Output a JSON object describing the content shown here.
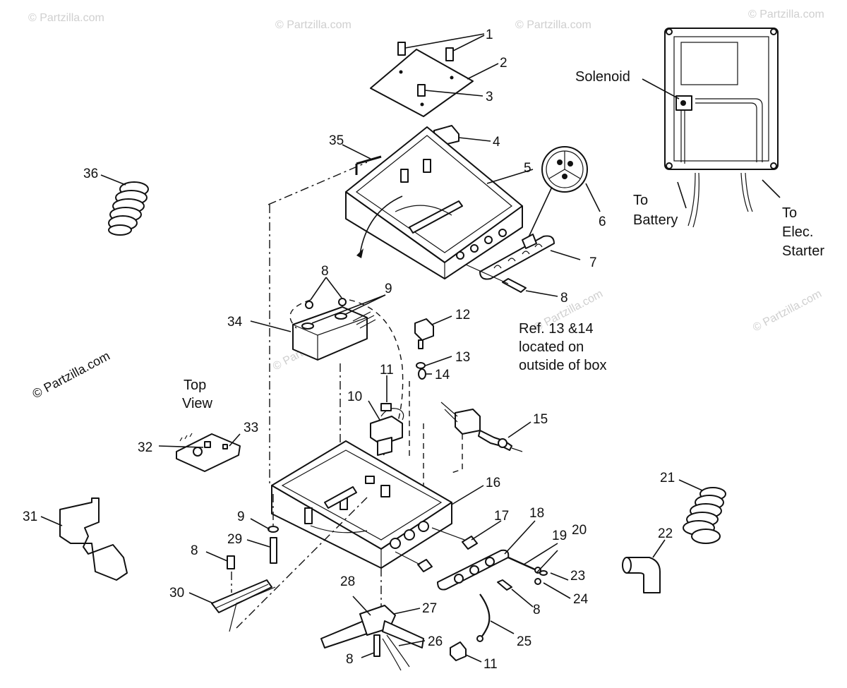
{
  "watermark": "© Partzilla.com",
  "labels": {
    "solenoid": "Solenoid",
    "to_battery": [
      "To",
      "Battery"
    ],
    "to_starter": [
      "To",
      "Elec.",
      "Starter"
    ],
    "top_view": [
      "Top",
      "View"
    ],
    "ref_note": [
      "Ref. 13 &14",
      "located on",
      "outside of box"
    ]
  },
  "callouts": [
    {
      "id": "c1",
      "text": "1"
    },
    {
      "id": "c2",
      "text": "2"
    },
    {
      "id": "c3",
      "text": "3"
    },
    {
      "id": "c4",
      "text": "4"
    },
    {
      "id": "c5",
      "text": "5"
    },
    {
      "id": "c6",
      "text": "6"
    },
    {
      "id": "c7",
      "text": "7"
    },
    {
      "id": "c8a",
      "text": "8"
    },
    {
      "id": "c8b",
      "text": "8"
    },
    {
      "id": "c9a",
      "text": "9"
    },
    {
      "id": "c10",
      "text": "10"
    },
    {
      "id": "c11a",
      "text": "11"
    },
    {
      "id": "c12",
      "text": "12"
    },
    {
      "id": "c13",
      "text": "13"
    },
    {
      "id": "c14",
      "text": "14"
    },
    {
      "id": "c15",
      "text": "15"
    },
    {
      "id": "c16",
      "text": "16"
    },
    {
      "id": "c17",
      "text": "17"
    },
    {
      "id": "c18",
      "text": "18"
    },
    {
      "id": "c19",
      "text": "19"
    },
    {
      "id": "c20",
      "text": "20"
    },
    {
      "id": "c21",
      "text": "21"
    },
    {
      "id": "c22",
      "text": "22"
    },
    {
      "id": "c23",
      "text": "23"
    },
    {
      "id": "c24",
      "text": "24"
    },
    {
      "id": "c25",
      "text": "25"
    },
    {
      "id": "c26",
      "text": "26"
    },
    {
      "id": "c27",
      "text": "27"
    },
    {
      "id": "c28",
      "text": "28"
    },
    {
      "id": "c29",
      "text": "29"
    },
    {
      "id": "c30",
      "text": "30"
    },
    {
      "id": "c31",
      "text": "31"
    },
    {
      "id": "c32",
      "text": "32"
    },
    {
      "id": "c33",
      "text": "33"
    },
    {
      "id": "c34",
      "text": "34"
    },
    {
      "id": "c35",
      "text": "35"
    },
    {
      "id": "c36",
      "text": "36"
    },
    {
      "id": "c8c",
      "text": "8"
    },
    {
      "id": "c9b",
      "text": "9"
    },
    {
      "id": "c8d",
      "text": "8"
    },
    {
      "id": "c8e",
      "text": "8"
    },
    {
      "id": "c11b",
      "text": "11"
    }
  ]
}
